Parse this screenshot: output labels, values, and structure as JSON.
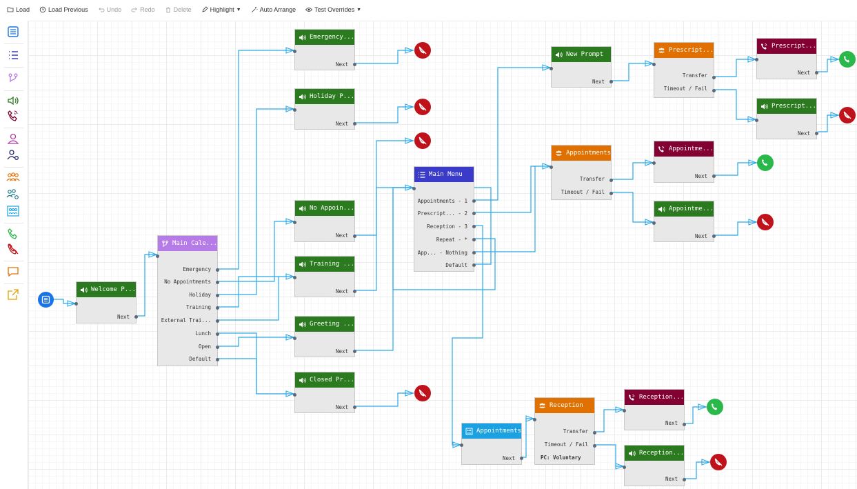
{
  "toolbar": {
    "load": "Load",
    "load_previous": "Load Previous",
    "undo": "Undo",
    "redo": "Redo",
    "delete": "Delete",
    "highlight": "Highlight",
    "auto_arrange": "Auto Arrange",
    "test_overrides": "Test Overrides"
  },
  "colors": {
    "play": "#2b7a1f",
    "schedule": "#b57be6",
    "menu": "#3a3bc8",
    "queue": "#e07000",
    "transfer": "#820032",
    "department": "#1ba1e2",
    "wire": "#29a8e8",
    "hangup": "#c0121b",
    "answer": "#2bb84a"
  },
  "nodes": {
    "welcome": {
      "title": "Welcome P...",
      "outputs": [
        "Next"
      ]
    },
    "main_calendar": {
      "title": "Main Cale...",
      "outputs": [
        "Emergency",
        "No Appointments",
        "Holiday",
        "Training",
        "External Trai...",
        "Lunch",
        "Open",
        "Default"
      ]
    },
    "emergency": {
      "title": "Emergency...",
      "outputs": [
        "Next"
      ]
    },
    "holiday": {
      "title": "Holiday P...",
      "outputs": [
        "Next"
      ]
    },
    "no_appointments": {
      "title": "No Appoin...",
      "outputs": [
        "Next"
      ]
    },
    "training": {
      "title": "Training ...",
      "outputs": [
        "Next"
      ]
    },
    "greeting": {
      "title": "Greeting ...",
      "outputs": [
        "Next"
      ]
    },
    "closed": {
      "title": "Closed Pr...",
      "outputs": [
        "Next"
      ]
    },
    "main_menu": {
      "title": "Main Menu",
      "outputs": [
        "Appointments - 1",
        "Prescript... - 2",
        "Reception - 3",
        "Repeat - *",
        "App... - Nothing",
        "Default"
      ]
    },
    "new_prompt": {
      "title": "New Prompt",
      "outputs": [
        "Next"
      ]
    },
    "prescription_queue": {
      "title": "Prescript...",
      "outputs": [
        "Transfer",
        "Timeout / Fail"
      ]
    },
    "prescription_transfer": {
      "title": "Prescript...",
      "outputs": [
        "Next"
      ]
    },
    "prescription_prompt": {
      "title": "Prescript...",
      "outputs": [
        "Next"
      ]
    },
    "appointments_queue": {
      "title": "Appointments",
      "outputs": [
        "Transfer",
        "Timeout / Fail"
      ]
    },
    "appointments_transfer": {
      "title": "Appointme...",
      "outputs": [
        "Next"
      ]
    },
    "appointments_prompt": {
      "title": "Appointme...",
      "outputs": [
        "Next"
      ]
    },
    "appointments_dept": {
      "title": "Appointments",
      "outputs": [
        "Next"
      ]
    },
    "reception_queue": {
      "title": "Reception",
      "outputs": [
        "Transfer",
        "Timeout / Fail"
      ],
      "pc": "PC: Voluntary"
    },
    "reception_transfer": {
      "title": "Reception...",
      "outputs": [
        "Next"
      ]
    },
    "reception_prompt": {
      "title": "Reception...",
      "outputs": [
        "Next"
      ]
    }
  }
}
